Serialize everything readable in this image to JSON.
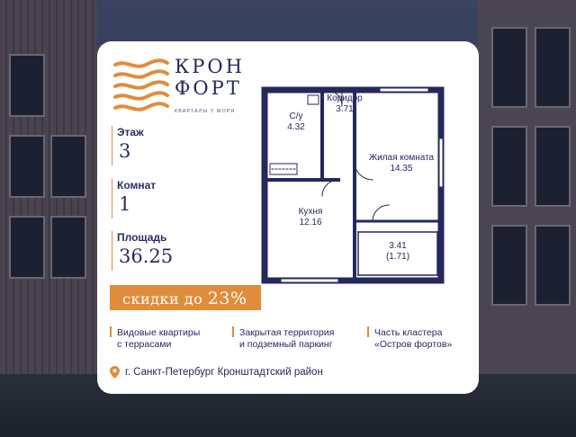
{
  "brand": {
    "name_line1": "КРОН",
    "name_line2": "ФОРТ",
    "tagline": "КВАРТАЛЫ У МОРЯ",
    "accent_color": "#e18c3b",
    "text_color": "#25285a"
  },
  "params": [
    {
      "label": "Этаж",
      "value": "3"
    },
    {
      "label": "Комнат",
      "value": "1"
    },
    {
      "label": "Площадь",
      "value": "36.25"
    }
  ],
  "plan": {
    "rooms": [
      {
        "name": "Коридор",
        "area": "3.71"
      },
      {
        "name": "С/у",
        "area": "4.32"
      },
      {
        "name": "Жилая комната",
        "area": "14.35"
      },
      {
        "name": "Кухня",
        "area": "12.16"
      },
      {
        "name": "",
        "area": "3.41",
        "area_note": "(1.71)"
      }
    ]
  },
  "promo": {
    "prefix": "скидки до ",
    "value": "23%"
  },
  "features": [
    {
      "line1": "Видовые квартиры",
      "line2": "с террасами"
    },
    {
      "line1": "Закрытая территория",
      "line2": "и подземный паркинг"
    },
    {
      "line1": "Часть кластера",
      "line2": "«Остров фортов»"
    }
  ],
  "address": {
    "icon": "location-pin-icon",
    "text": "г. Санкт-Петербург Кронштадтский район"
  }
}
